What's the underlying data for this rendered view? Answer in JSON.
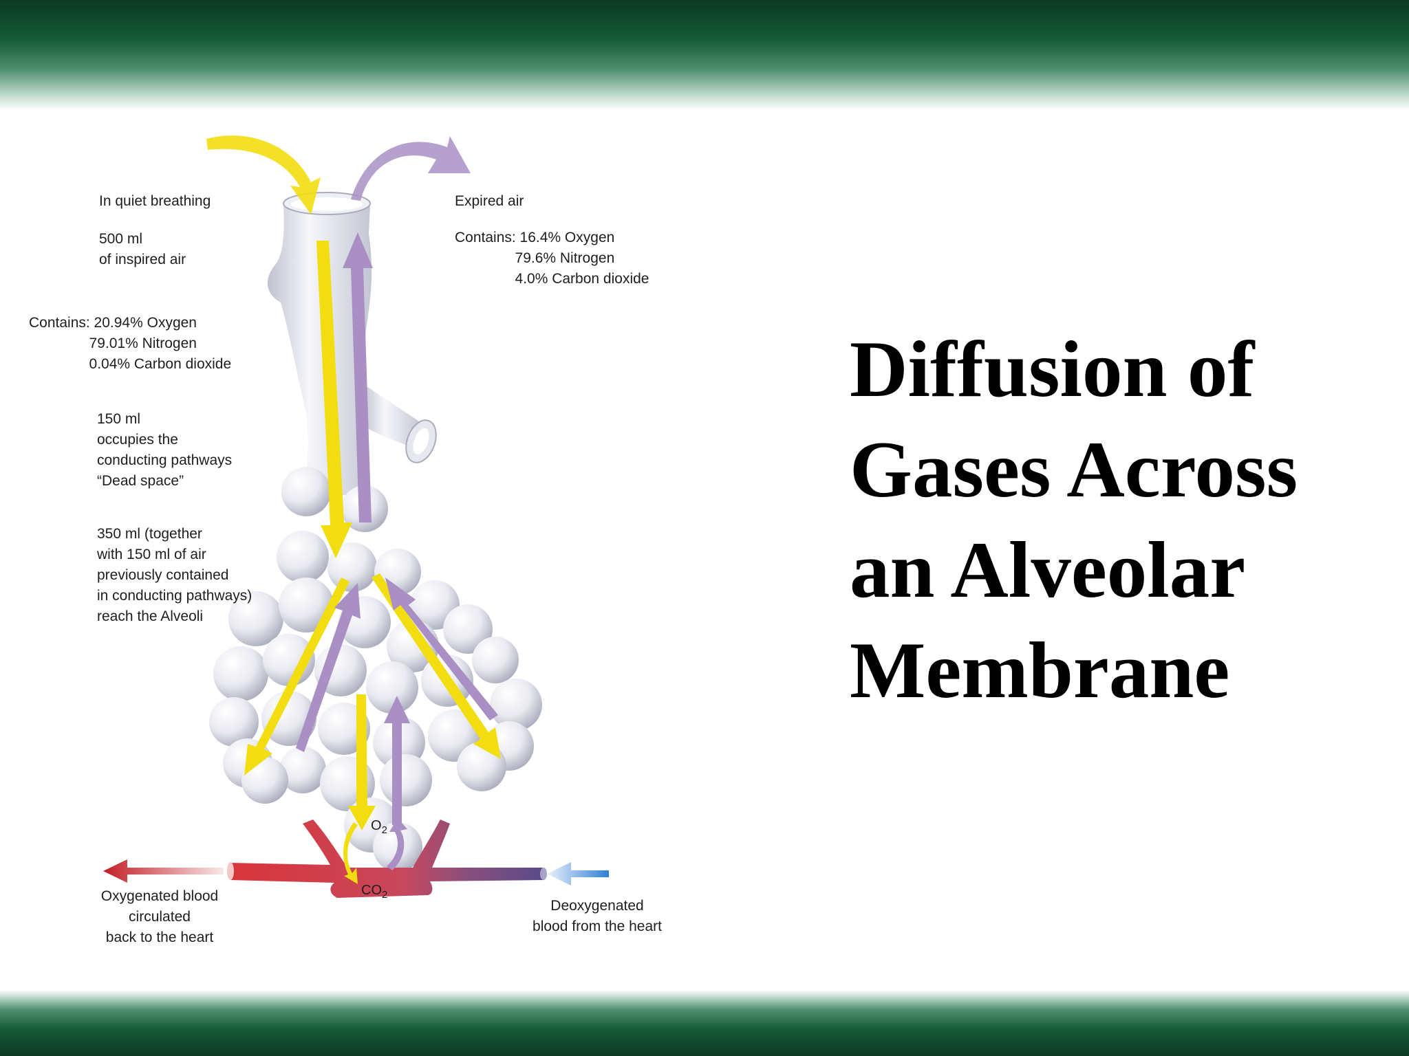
{
  "slide": {
    "title_lines": [
      "Diffusion of",
      "Gases Across",
      "an Alveolar",
      "Membrane"
    ]
  },
  "diagram": {
    "inspired": {
      "heading": "In quiet breathing",
      "volume": "500 ml\nof inspired air",
      "contents": "Contains: 20.94% Oxygen\n               79.01% Nitrogen\n               0.04% Carbon dioxide"
    },
    "dead_space": "150 ml\noccupies the\nconducting pathways\n“Dead space”",
    "alveoli_note": "350 ml (together\nwith 150 ml of air\npreviously contained\nin conducting pathways)\nreach the Alveoli",
    "expired": {
      "heading": "Expired air",
      "contents": "Contains: 16.4% Oxygen\n               79.6% Nitrogen\n               4.0% Carbon dioxide"
    },
    "oxygenated_blood": "Oxygenated blood\ncirculated\nback to the heart",
    "deoxygenated_blood": "Deoxygenated\nblood from the heart",
    "o2_label": "O",
    "o2_sub": "2",
    "co2_label": "CO",
    "co2_sub": "2"
  },
  "colors": {
    "band_dark": "#0b3a22",
    "inspired_arrow": "#f2dd10",
    "expired_arrow": "#a98fc4",
    "oxygenated": "#d42b2b",
    "deoxygenated": "#3a86d8"
  }
}
